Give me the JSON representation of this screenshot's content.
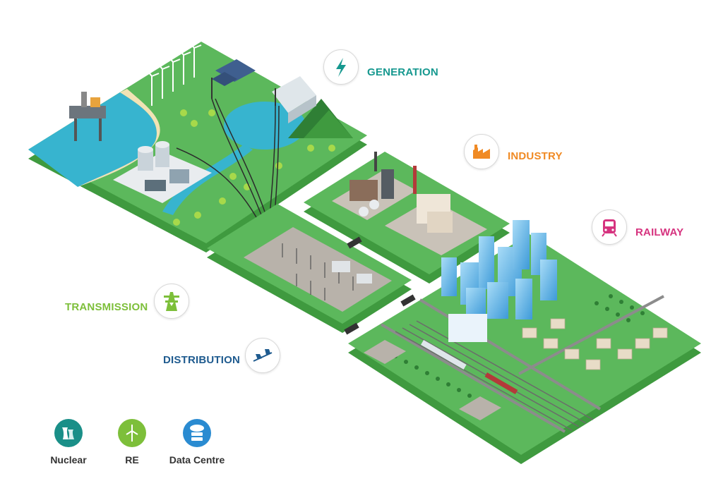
{
  "sectors": {
    "generation": {
      "label": "GENERATION",
      "color": "#16988f",
      "icon": "lightning-bolt-icon"
    },
    "industry": {
      "label": "INDUSTRY",
      "color": "#f08a24",
      "icon": "factory-icon"
    },
    "railway": {
      "label": "RAILWAY",
      "color": "#d6337f",
      "icon": "train-icon"
    },
    "transmission": {
      "label": "TRANSMISSION",
      "color": "#7dbf3a",
      "icon": "transmission-tower-icon"
    },
    "distribution": {
      "label": "DISTRIBUTION",
      "color": "#1f5b8f",
      "icon": "power-line-icon"
    }
  },
  "legend": [
    {
      "label": "Nuclear",
      "color": "#1a8f88",
      "icon": "nuclear-cooling-tower-icon"
    },
    {
      "label": "RE",
      "color": "#7dbf3a",
      "icon": "wind-turbine-icon"
    },
    {
      "label": "Data Centre",
      "color": "#2a8bd1",
      "icon": "server-cloud-icon"
    }
  ],
  "colors": {
    "grass": "#5cb85c",
    "grass_dark": "#3f9a3f",
    "water": "#37b4cf",
    "sand": "#f1e3b5",
    "building": "#6fb8e8"
  }
}
